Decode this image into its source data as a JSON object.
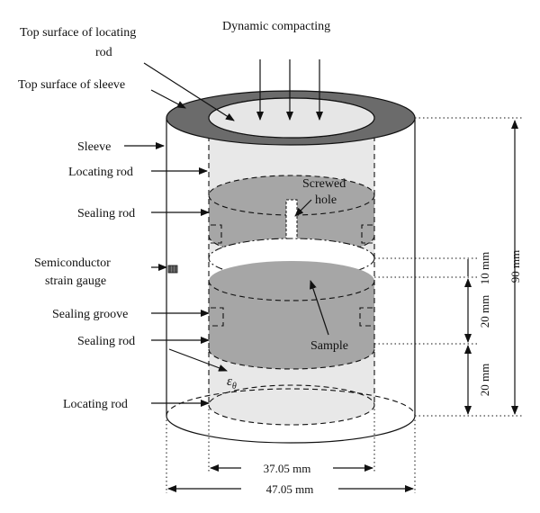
{
  "labels": {
    "top_surface_rod_1": "Top surface of locating",
    "top_surface_rod_2": "rod",
    "top_surface_sleeve": "Top surface of sleeve",
    "sleeve": "Sleeve",
    "locating_rod_top": "Locating rod",
    "sealing_rod_top": "Sealing rod",
    "strain_gauge_1": "Semiconductor",
    "strain_gauge_2": "strain gauge",
    "sealing_groove": "Sealing groove",
    "sealing_rod_bottom": "Sealing rod",
    "locating_rod_bottom": "Locating rod",
    "dynamic_compacting": "Dynamic compacting",
    "screwed_hole_1": "Screwed",
    "screwed_hole_2": "hole",
    "sample": "Sample",
    "strain_symbol": "ε",
    "strain_subscript": "θ"
  },
  "dimensions": {
    "total_height": "90 mm",
    "dim_10": "10 mm",
    "dim_20_upper": "20 mm",
    "dim_20_lower": "20 mm",
    "inner_diameter": "37.05 mm",
    "outer_diameter": "47.05 mm"
  },
  "colors": {
    "sleeve_ring": "#6b6b6b",
    "rod_top": "#e6e6e6",
    "inner_fill": "#e8e8e8",
    "sealing_rod": "#a6a6a6",
    "outline": "#111111"
  }
}
